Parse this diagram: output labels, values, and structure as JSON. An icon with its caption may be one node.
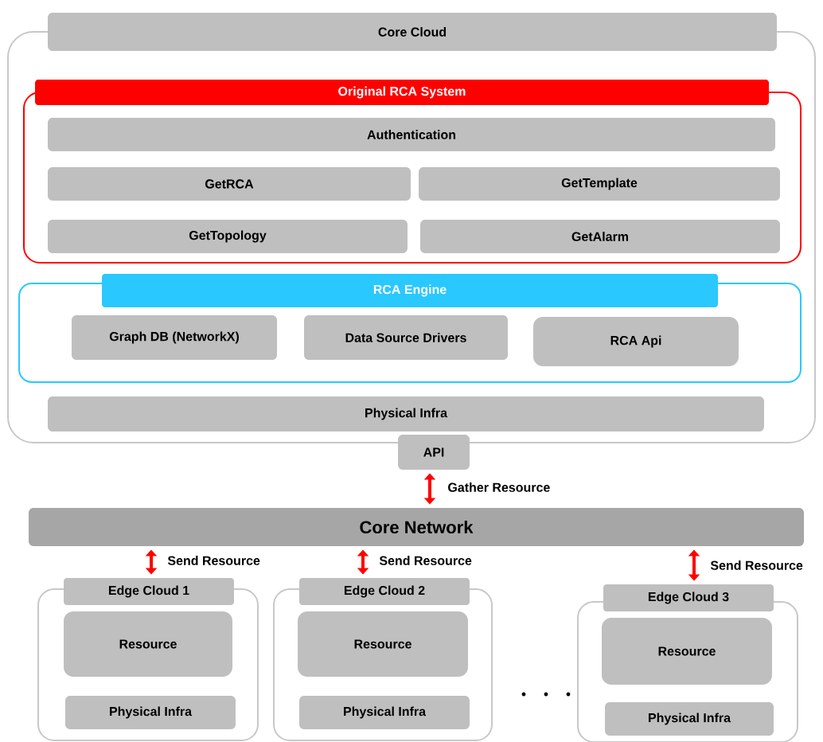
{
  "diagram": {
    "nodes": [
      {
        "text": [],
        "shape": "box"
      },
      {
        "text": [
          "Core Cloud"
        ]
      },
      {
        "text": [
          "Original RCA System"
        ],
        "in": 0
      },
      {
        "text": [
          "Authentication"
        ],
        "in": 2
      },
      {
        "text": [
          "GetRCA"
        ],
        "in": 2
      },
      {
        "text": [
          "GetTemplate"
        ],
        "in": 2
      },
      {
        "text": [
          "GetTopology"
        ],
        "in": 2
      },
      {
        "text": [
          "GetAlarm"
        ],
        "in": 2
      },
      {
        "text": [
          "RCA Engine"
        ],
        "in": 0
      },
      {
        "text": [
          "Graph DB (NetworkX)"
        ],
        "in": 8
      },
      {
        "text": [
          "Data Source Drivers"
        ],
        "in": 8
      },
      {
        "text": [
          "RCA Api"
        ],
        "in": 8
      },
      {
        "text": [
          "Physical Infra"
        ],
        "in": 0
      },
      {
        "text": [
          "API"
        ]
      },
      {
        "text": [
          "Core Network"
        ]
      },
      {
        "text": [
          "Edge Cloud 1"
        ]
      },
      {
        "text": [
          "Resource"
        ],
        "in": 15
      },
      {
        "text": [
          "Physical Infra"
        ],
        "in": 15
      },
      {
        "text": [
          "Edge Cloud 2"
        ]
      },
      {
        "text": [
          "Resource"
        ],
        "in": 18
      },
      {
        "text": [
          "Physical Infra"
        ],
        "in": 18
      },
      {
        "text": [
          "Edge Cloud 3"
        ]
      },
      {
        "text": [
          "Resource"
        ],
        "in": 21
      },
      {
        "text": [
          "Physical Infra"
        ],
        "in": 21
      }
    ],
    "edges": [
      {
        "from": 13,
        "to": 14,
        "arrow": "both",
        "label": "Gather Resource"
      },
      {
        "from": 14,
        "to": 15,
        "arrow": "both",
        "label": "Send Resource"
      },
      {
        "from": 14,
        "to": 18,
        "arrow": "both",
        "label": "Send Resource"
      },
      {
        "from": 14,
        "to": 21,
        "arrow": "both",
        "label": "Send Resource"
      }
    ]
  }
}
